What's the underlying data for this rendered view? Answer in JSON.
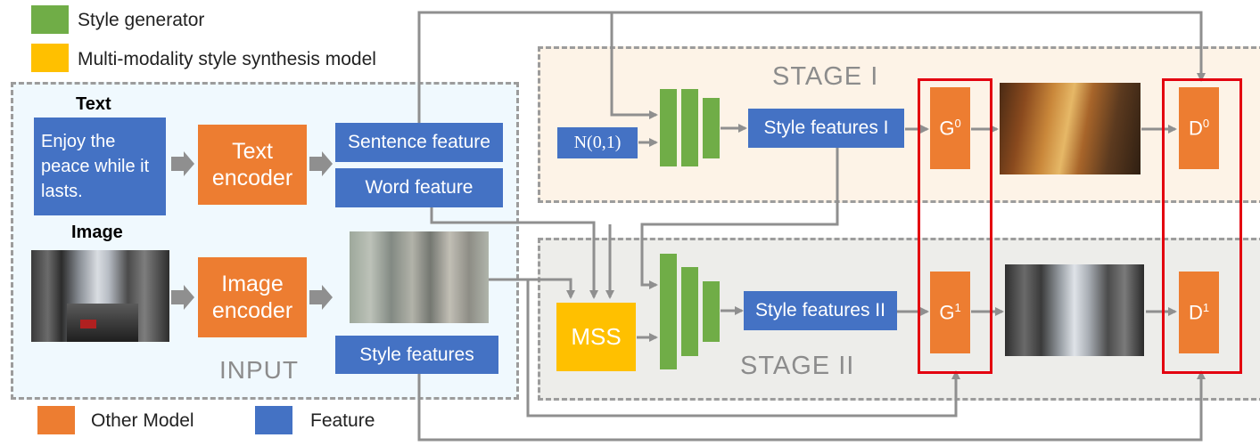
{
  "legend": {
    "style_generator": {
      "label": "Style generator",
      "color": "#70ad47"
    },
    "mss_model": {
      "label": "Multi-modality style synthesis model",
      "color": "#ffc000"
    },
    "other_model": {
      "label": "Other Model",
      "color": "#ed7d31"
    },
    "feature": {
      "label": "Feature",
      "color": "#4472c4"
    }
  },
  "input": {
    "region_label": "INPUT",
    "text_heading": "Text",
    "text_sample": "Enjoy the peace while it lasts.",
    "text_encoder": "Text encoder",
    "sentence_feature": "Sentence feature",
    "word_feature": "Word feature",
    "image_heading": "Image",
    "image_encoder": "Image encoder",
    "style_features": "Style features"
  },
  "stage1": {
    "region_label": "STAGE I",
    "noise": "N(0,1)",
    "style_features": "Style features I",
    "generator": "G",
    "generator_sup": "0",
    "discriminator": "D",
    "discriminator_sup": "0"
  },
  "stage2": {
    "region_label": "STAGE II",
    "mss": "MSS",
    "style_features": "Style features II",
    "generator": "G",
    "generator_sup": "1",
    "discriminator": "D",
    "discriminator_sup": "1"
  },
  "colors": {
    "input_bg": "#f0f9fe",
    "stage1_bg": "#fdf3e7",
    "stage2_bg": "#ededea",
    "arrow": "#8f8f8f",
    "highlight": "#e3000f"
  }
}
